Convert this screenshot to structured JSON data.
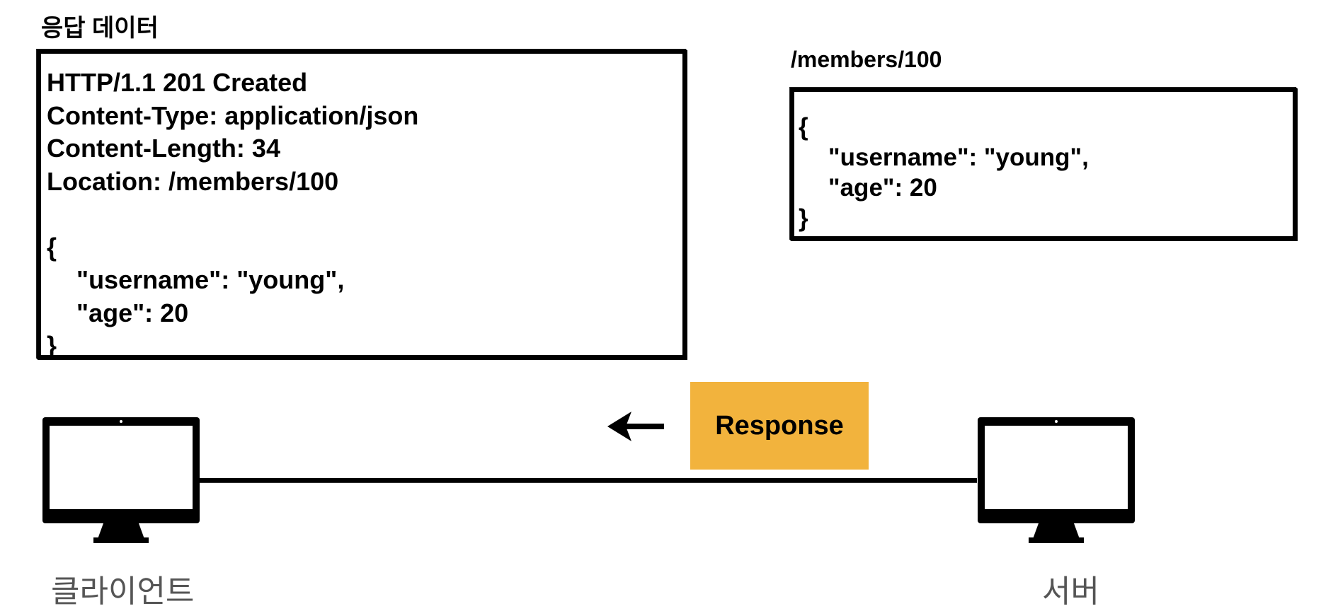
{
  "heading": "응답 데이터",
  "response_message": {
    "status_line": "HTTP/1.1 201 Created",
    "content_type": "Content-Type: application/json",
    "content_length": "Content-Length: 34",
    "location_label": "Location: ",
    "location_value": "/members/100",
    "body_open": "{",
    "body_username": "\"username\": \"young\",",
    "body_age": "\"age\": 20",
    "body_close": "}"
  },
  "resource": {
    "path": "/members/100",
    "body_open": "{",
    "body_username": "\"username\": \"young\",",
    "body_age": "\"age\": 20",
    "body_close": "}"
  },
  "response_tag": {
    "label": "Response",
    "color": "#F2B33D"
  },
  "arrow": {
    "icon": "arrow-left-icon",
    "direction": "left"
  },
  "client": {
    "label": "클라이언트",
    "icon": "monitor-icon"
  },
  "server": {
    "label": "서버",
    "icon": "monitor-icon"
  },
  "colors": {
    "ink": "#000000",
    "label_gray": "#555555"
  }
}
